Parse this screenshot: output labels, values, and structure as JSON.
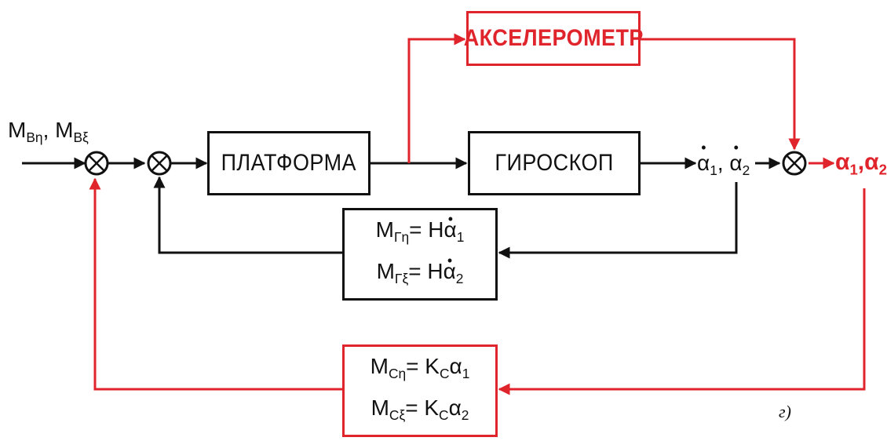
{
  "colors": {
    "line": "#111111",
    "accent": "#e0242c"
  },
  "blocks": {
    "platform": "ПЛАТФОРМА",
    "gyroscope": "ГИРОСКОП",
    "accelerometer": "АКСЕЛЕРОМЕТР"
  },
  "signals": {
    "input_m": "M",
    "input_sub1": "Bη",
    "input_sub2": "Bξ",
    "output_alpha": "α",
    "sub_1": "1",
    "sub_2": "2",
    "comma": ","
  },
  "feedback_gyro": {
    "m": "M",
    "sub1": "Γη",
    "sub2": "Γξ",
    "eq": "= H",
    "alpha": "α"
  },
  "feedback_correction": {
    "m": "M",
    "sub1": "Cη",
    "sub2": "Cξ",
    "eq": "= K",
    "k_sub": "C",
    "alpha": "α"
  },
  "caption": "г)"
}
